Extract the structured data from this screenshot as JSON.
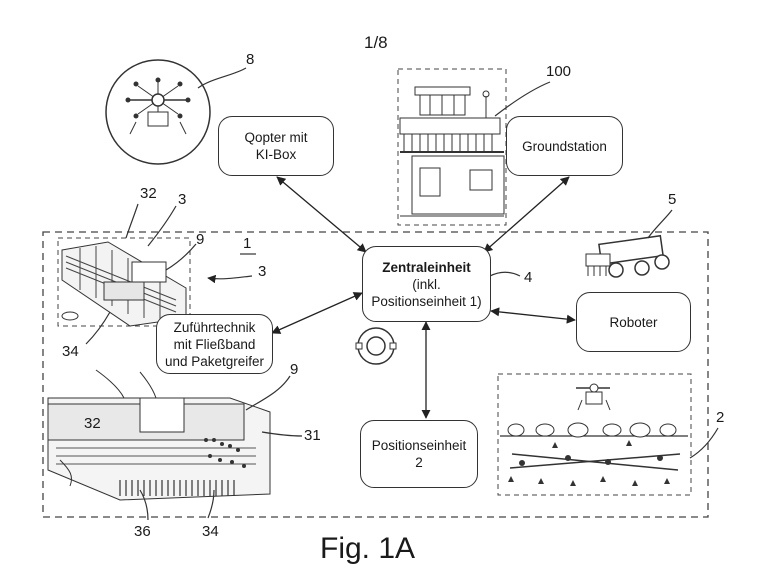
{
  "page_number": "1/8",
  "figure_caption": "Fig. 1A",
  "boxes": {
    "qopter": {
      "line1": "Qopter mit",
      "line2": "KI-Box"
    },
    "groundstation": {
      "line1": "Groundstation"
    },
    "central": {
      "line1": "Zentraleinheit",
      "line2": "(inkl.",
      "line3": "Positionseinheit 1)"
    },
    "feeder": {
      "line1": "Zuführtechnik",
      "line2": "mit Fließband",
      "line3": "und Paketgreifer"
    },
    "robot": {
      "line1": "Roboter"
    },
    "position2": {
      "line1": "Positionseinheit",
      "line2": "2"
    }
  },
  "reference_numerals": {
    "r8": "8",
    "r100": "100",
    "r5": "5",
    "r1": "1",
    "r4": "4",
    "r3a": "3",
    "r3b": "3",
    "r32a": "32",
    "r9a": "9",
    "r34a": "34",
    "r9b": "9",
    "r32b": "32",
    "r31": "31",
    "r36": "36",
    "r34b": "34",
    "r2": "2"
  },
  "colors": {
    "line": "#333333",
    "background": "#ffffff",
    "hatch": "#555555"
  }
}
